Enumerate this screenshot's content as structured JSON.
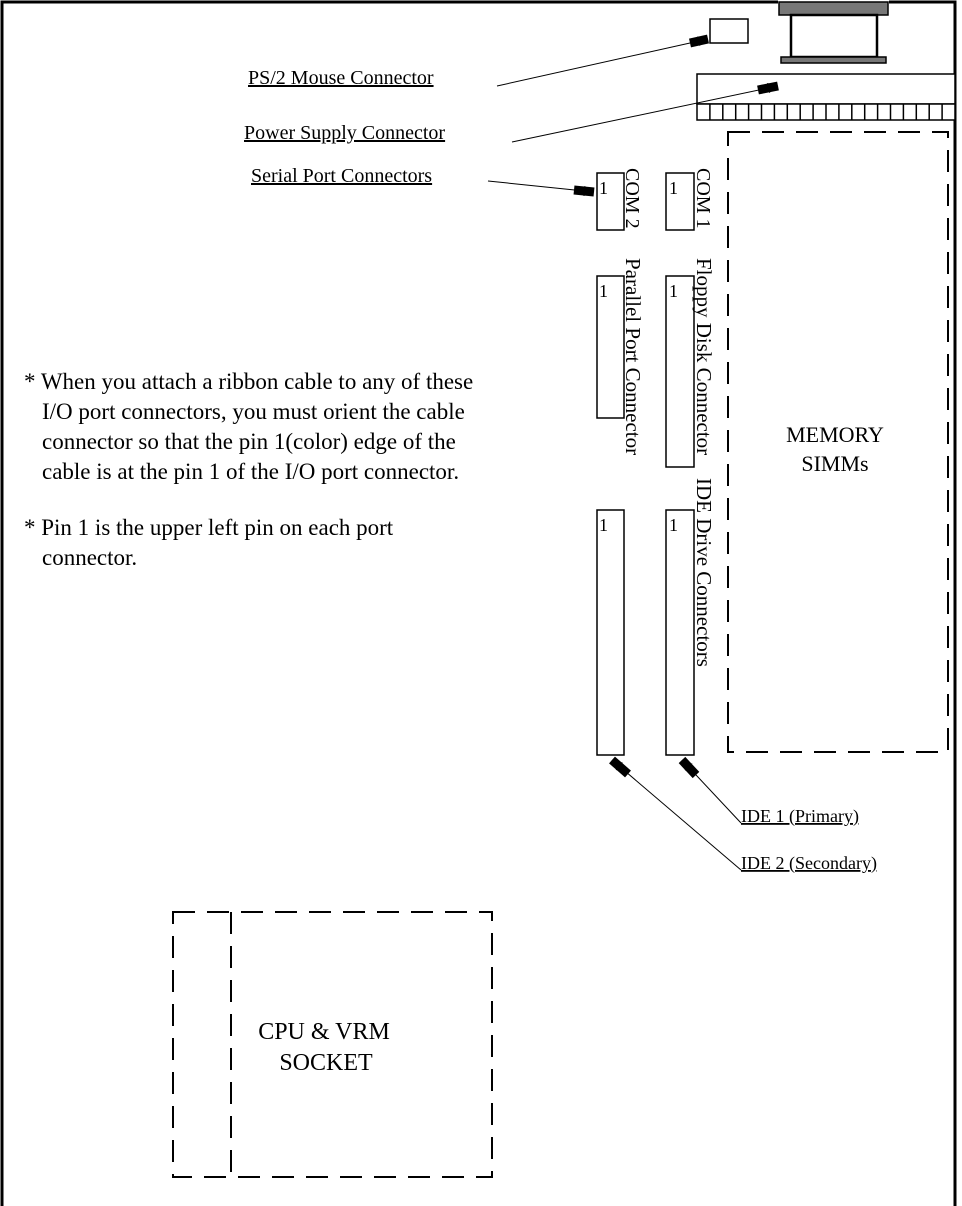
{
  "callouts": {
    "ps2_mouse": "PS/2 Mouse Connector",
    "power_supply": "Power Supply Connector",
    "serial_ports": "Serial Port Connectors",
    "ide1": "IDE 1 (Primary)",
    "ide2": "IDE 2 (Secondary)"
  },
  "connectors": {
    "com1": "COM 1",
    "com2": "COM 2",
    "floppy": "Floppy Disk Connector",
    "parallel": "Parallel Port Connector",
    "ide": "IDE Drive Connectors",
    "pin1_marker": "1"
  },
  "memory": {
    "line1": "MEMORY",
    "line2": "SIMMs"
  },
  "cpu": {
    "line1": "CPU & VRM",
    "line2": "SOCKET"
  },
  "notes": {
    "note1": [
      "* When you attach a ribbon cable to any of these",
      "I/O port connectors, you must orient the cable",
      "connector so that the pin 1(color) edge of the",
      "cable is at the pin 1 of the I/O port connector."
    ],
    "note2": [
      "* Pin 1 is the upper left pin on each port",
      "connector."
    ]
  }
}
